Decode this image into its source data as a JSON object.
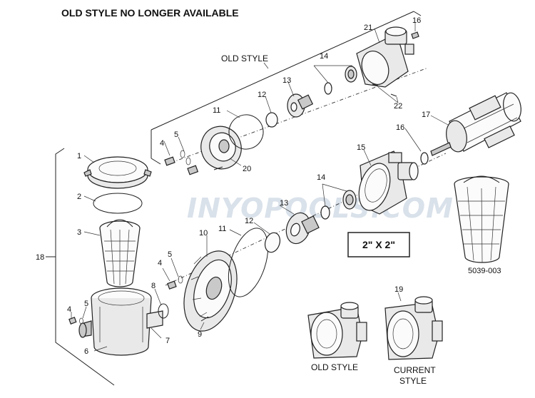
{
  "header": {
    "title": "OLD STYLE NO LONGER AVAILABLE"
  },
  "labels": {
    "old_style_group": "OLD STYLE",
    "size_box": "2\" X 2\"",
    "basket_part_no": "5039-003",
    "old_style_caption": "OLD STYLE",
    "current_style_line1": "CURRENT",
    "current_style_line2": "STYLE",
    "watermark": "INYOPOOLS.COM"
  },
  "part_numbers": {
    "p1": "1",
    "p2": "2",
    "p3": "3",
    "p4a": "4",
    "p5a": "5",
    "p6": "6",
    "p7": "7",
    "p8": "8",
    "p9": "9",
    "p4b": "4",
    "p5b": "5",
    "p10": "10",
    "p11b": "11",
    "p12b": "12",
    "p13b": "13",
    "p14b": "14",
    "p15": "15",
    "p16b": "16",
    "p17": "17",
    "p18": "18",
    "p19": "19",
    "p4c": "4",
    "p5c": "5",
    "p20": "20",
    "p11a": "11",
    "p12a": "12",
    "p13a": "13",
    "p14a": "14",
    "p21": "21",
    "p16a": "16",
    "p22": "22"
  },
  "colors": {
    "line": "#222222",
    "part_fill": "#e9e9e9",
    "watermark": "#d9e1ea"
  }
}
